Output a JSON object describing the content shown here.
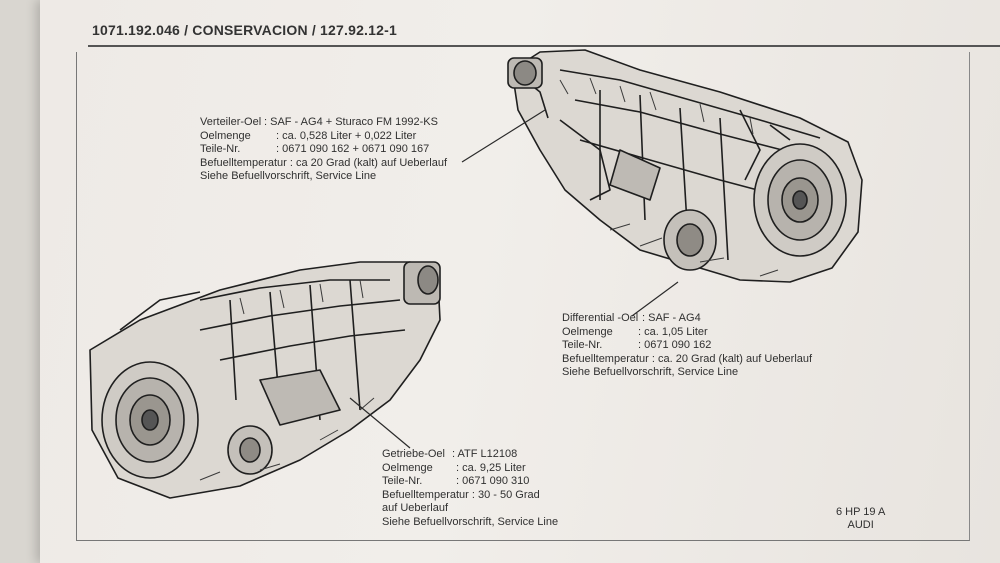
{
  "header": {
    "title": "1071.192.046 / CONSERVACION / 127.92.12-1"
  },
  "transfer_box": {
    "rows": [
      {
        "label": "Verteiler-Oel",
        "value": ": SAF - AG4 + Sturaco FM 1992-KS"
      },
      {
        "label": "Oelmenge",
        "value": ": ca. 0,528 Liter + 0,022 Liter"
      },
      {
        "label": "Teile-Nr.",
        "value": ": 0671 090 162 + 0671 090 167"
      }
    ],
    "lines": [
      "Befuelltemperatur : ca 20 Grad (kalt) auf Ueberlauf",
      "Siehe Befuellvorschrift, Service Line"
    ]
  },
  "differential": {
    "rows": [
      {
        "label": "Differential -Oel",
        "value": ": SAF - AG4"
      },
      {
        "label": "Oelmenge",
        "value": ": ca. 1,05 Liter"
      },
      {
        "label": "Teile-Nr.",
        "value": ": 0671 090 162"
      }
    ],
    "lines": [
      "Befuelltemperatur : ca. 20 Grad (kalt) auf Ueberlauf",
      "Siehe Befuellvorschrift, Service Line"
    ]
  },
  "gearbox": {
    "rows": [
      {
        "label": "Getriebe-Oel",
        "value": ": ATF L12108"
      },
      {
        "label": "Oelmenge",
        "value": ": ca. 9,25 Liter"
      },
      {
        "label": "Teile-Nr.",
        "value": ": 0671 090 310"
      }
    ],
    "lines": [
      "Befuelltemperatur : 30 - 50 Grad",
      "auf Ueberlauf",
      "Siehe Befuellvorschrift, Service Line"
    ]
  },
  "model": {
    "line1": "6 HP 19 A",
    "line2": "AUDI"
  },
  "illustrations": {
    "upper": "transmission-drawing-rear-view",
    "lower": "transmission-drawing-front-view"
  }
}
